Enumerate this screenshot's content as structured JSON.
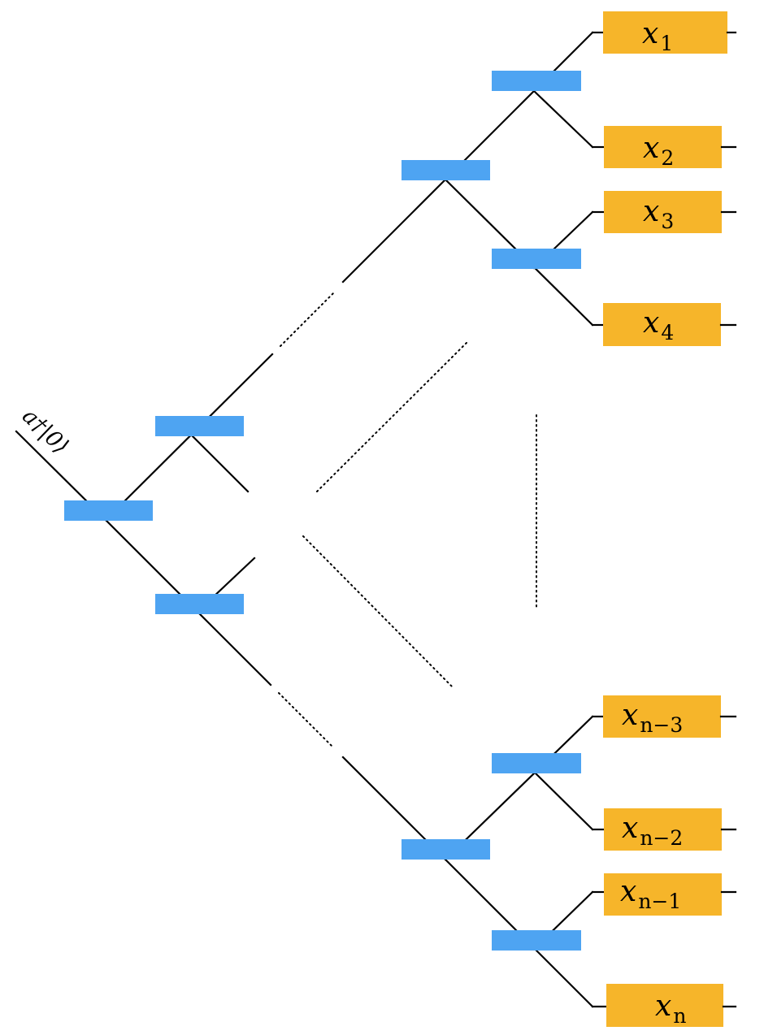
{
  "input_label": "a†|0⟩",
  "outputs": [
    {
      "var": "x",
      "sub": "1"
    },
    {
      "var": "x",
      "sub": "2"
    },
    {
      "var": "x",
      "sub": "3"
    },
    {
      "var": "x",
      "sub": "4"
    },
    {
      "var": "x",
      "sub": "n−3"
    },
    {
      "var": "x",
      "sub": "n−2"
    },
    {
      "var": "x",
      "sub": "n−1"
    },
    {
      "var": "x",
      "sub": "n"
    }
  ],
  "colors": {
    "gate": "#4ea4f2",
    "output_box": "#f6b52a",
    "line": "#000000"
  }
}
